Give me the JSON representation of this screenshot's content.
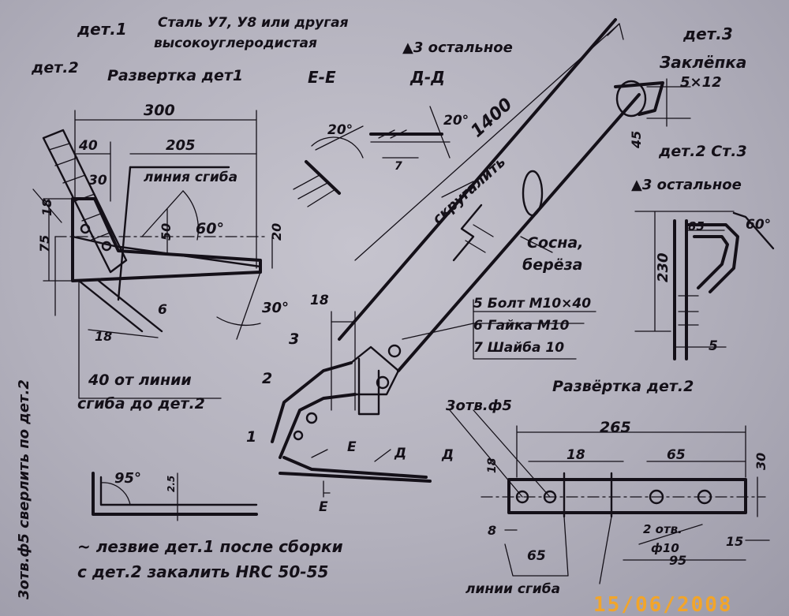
{
  "texts": {
    "det1_title": "дет.1",
    "det1_material_1": "Сталь У7, У8 или другая",
    "det1_material_2": "высокоуглеродистая",
    "det2_label_left": "дет.2",
    "razvertka_det1": "Развертка дет1",
    "section_e": "Е-Е",
    "section_d": "Д-Д",
    "rough_rest": "▲3 остальное",
    "det3_title": "дет.3",
    "det3_name": "Заклёпка",
    "det3_size": "5×12",
    "det2_title": "дет.2  Ст.3",
    "rough_rest2": "▲3 остальное",
    "dim_300": "300",
    "dim_40": "40",
    "dim_205": "205",
    "dim_30": "30",
    "liniya_giba": "линия сгиба",
    "dim_18_left": "18",
    "dim_75": "75",
    "dim_50": "50",
    "dim_60deg": "60°",
    "dim_20": "20",
    "dim_30deg": "30°",
    "dim_6": "6",
    "dim_18_low": "18",
    "note_40_1": "40 от линии",
    "note_40_2": "сгиба до дет.2",
    "drill_note": "3отв.ф5 сверлить по дет.2",
    "dim_20deg_a": "20°",
    "dim_20deg_b": "20°",
    "dim_7": "7",
    "dim_1400": "1400",
    "skrugat": "скругалить",
    "dim_45": "45",
    "wood_1": "Сосна,",
    "wood_2": "берёза",
    "part5": "5  Болт М10×40",
    "part6": "6  Гайка М10",
    "part7": "7  Шайба 10",
    "dim_18_mid": "18",
    "part_num_3": "3",
    "part_num_2": "2",
    "part_num_1": "1",
    "marker_e1": "Е",
    "marker_e2": "Е",
    "marker_d1": "Д",
    "marker_d2": "Д",
    "dim_85": "85",
    "dim_60deg_r": "60°",
    "dim_230": "230",
    "dim_5": "5",
    "razvertka_det2": "Развёртка дет.2",
    "holes_5": "3отв.ф5",
    "dim_265": "265",
    "dim_18_r": "18",
    "dim_65_r": "65",
    "dim_18_v": "18",
    "dim_30_r": "30",
    "dim_8": "8",
    "dim_65_b": "65",
    "holes_10_a": "2 отв.",
    "holes_10_b": "ф10",
    "dim_95": "95",
    "dim_15": "15",
    "liniya_giba_r": "линии сгиба",
    "dim_95deg": "95°",
    "dim_25": "2.5",
    "blade_note_1": "~ лезвие дет.1 после сборки",
    "blade_note_2": "с дет.2 закалить HRC 50-55",
    "photo_date": "15/06/2008"
  }
}
